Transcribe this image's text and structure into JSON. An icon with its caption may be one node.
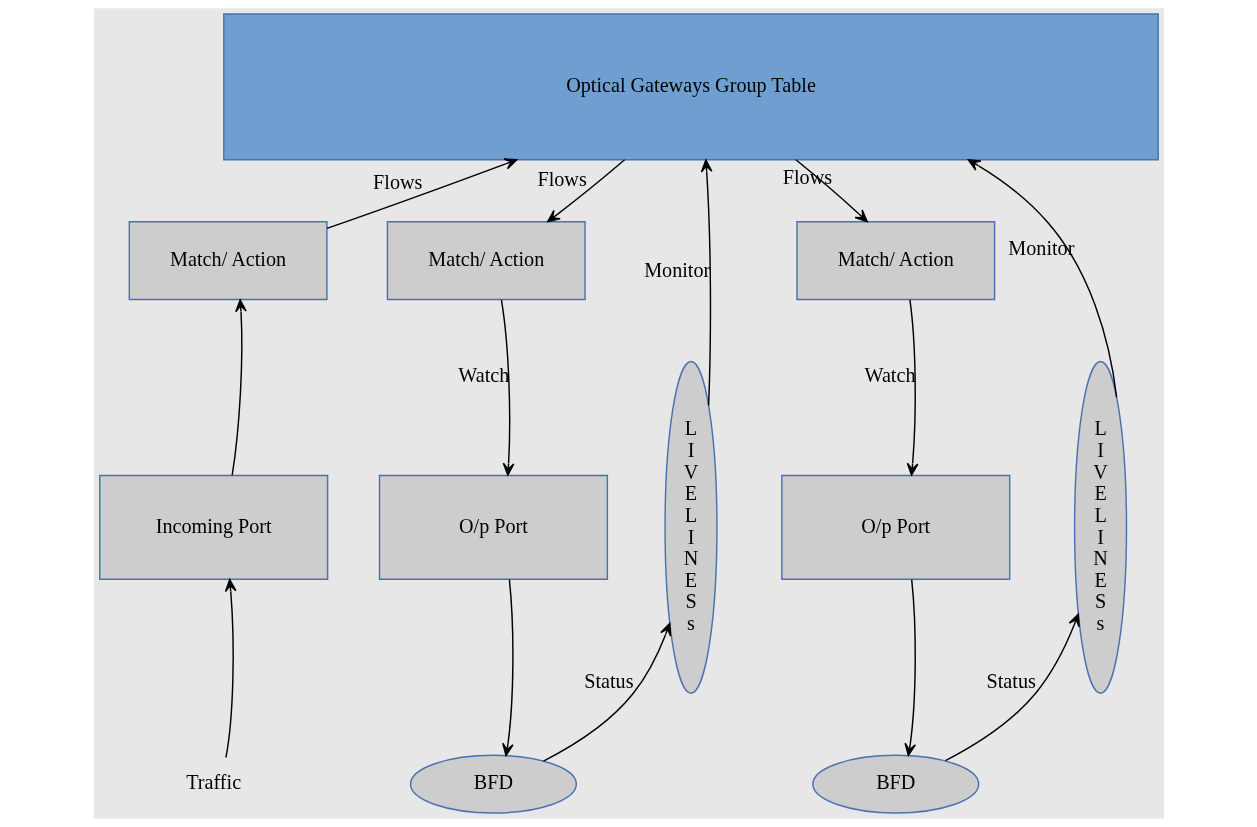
{
  "diagram": {
    "nodes": [
      {
        "text": [
          "Optical Gateways Group Table"
        ]
      },
      {
        "text": [
          "Match/ Action"
        ]
      },
      {
        "text": [
          "Incoming Port"
        ]
      },
      {
        "text": [
          "Traffic"
        ]
      },
      {
        "text": [
          "Match/ Action"
        ]
      },
      {
        "text": [
          "O/p Port"
        ]
      },
      {
        "text": [
          "BFD"
        ]
      },
      {
        "text": [
          "LIVELINESs"
        ]
      },
      {
        "text": [
          "Match/ Action"
        ]
      },
      {
        "text": [
          "O/p Port"
        ]
      },
      {
        "text": [
          "BFD"
        ]
      },
      {
        "text": [
          "LIVELINESs"
        ]
      }
    ],
    "edges": [
      {
        "from": 3,
        "to": 2,
        "arrow": "to"
      },
      {
        "from": 2,
        "to": 1,
        "arrow": "to"
      },
      {
        "from": 1,
        "to": 0,
        "arrow": "to",
        "label": "Flows"
      },
      {
        "from": 0,
        "to": 4,
        "arrow": "to",
        "label": "Flows"
      },
      {
        "from": 4,
        "to": 5,
        "arrow": "to",
        "label": "Watch"
      },
      {
        "from": 5,
        "to": 6,
        "arrow": "to"
      },
      {
        "from": 6,
        "to": 7,
        "arrow": "to",
        "label": "Status"
      },
      {
        "from": 7,
        "to": 0,
        "arrow": "to",
        "label": "Monitor"
      },
      {
        "from": 0,
        "to": 8,
        "arrow": "to",
        "label": "Flows"
      },
      {
        "from": 8,
        "to": 9,
        "arrow": "to",
        "label": "Watch"
      },
      {
        "from": 9,
        "to": 10,
        "arrow": "to"
      },
      {
        "from": 10,
        "to": 11,
        "arrow": "to",
        "label": "Status"
      },
      {
        "from": 11,
        "to": 0,
        "arrow": "to",
        "label": "Monitor"
      }
    ]
  }
}
